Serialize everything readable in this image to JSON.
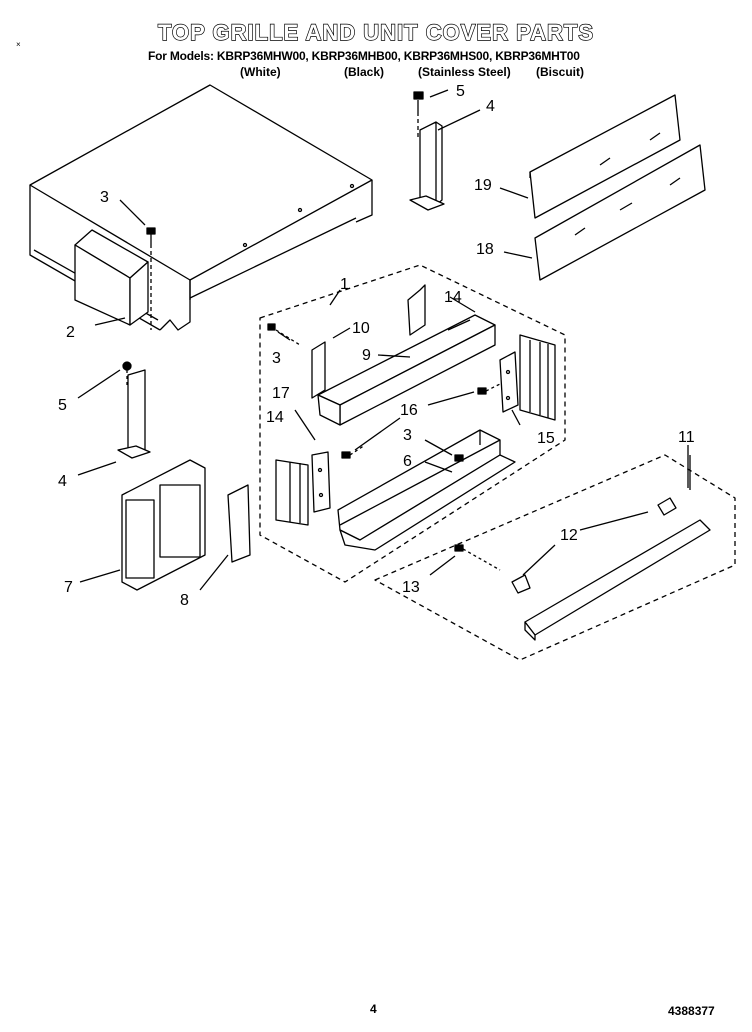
{
  "header": {
    "title": "TOP GRILLE AND UNIT COVER PARTS",
    "models_line": "For Models: KBRP36MHW00, KBRP36MHB00, KBRP36MHS00, KBRP36MHT00",
    "variants": [
      "(White)",
      "(Black)",
      "(Stainless Steel)",
      "(Biscuit)"
    ]
  },
  "footer": {
    "page_number": "4",
    "document_number": "4388377"
  },
  "corner_mark": "×",
  "callouts": {
    "c1": "1",
    "c2": "2",
    "c3a": "3",
    "c3b": "3",
    "c3c": "3",
    "c4a": "4",
    "c4b": "4",
    "c5a": "5",
    "c5b": "5",
    "c6": "6",
    "c7": "7",
    "c8": "8",
    "c9": "9",
    "c10": "10",
    "c11": "11",
    "c12": "12",
    "c13": "13",
    "c14a": "14",
    "c14b": "14",
    "c15": "15",
    "c16": "16",
    "c17": "17",
    "c18": "18",
    "c19": "19"
  }
}
